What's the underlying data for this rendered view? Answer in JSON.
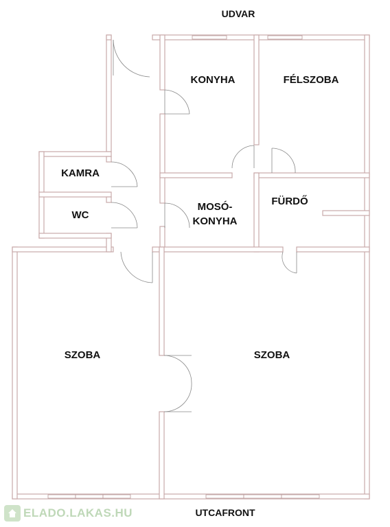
{
  "plan": {
    "top_label": "UDVAR",
    "bottom_label": "UTCAFRONT",
    "rooms": {
      "konyha": "KONYHA",
      "felszoba": "FÉLSZOBA",
      "kamra": "KAMRA",
      "wc": "WC",
      "mosokonyha_line1": "MOSÓ-",
      "mosokonyha_line2": "KONYHA",
      "furdo": "FÜRDŐ",
      "szoba_left": "SZOBA",
      "szoba_right": "SZOBA"
    }
  },
  "watermark": {
    "text": "ELADO.LAKAS.HU",
    "color": "#bfd8b8"
  },
  "colors": {
    "wall_stroke": "#c8a9a9",
    "background": "#ffffff"
  }
}
